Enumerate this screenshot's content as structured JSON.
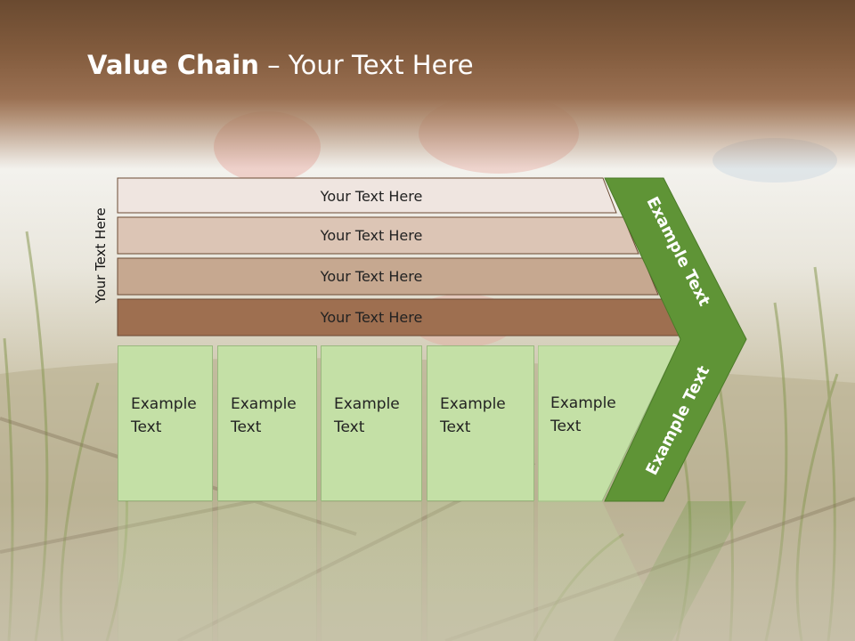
{
  "title": {
    "bold": "Value Chain",
    "rest": " – Your Text Here"
  },
  "side_label": "Your Text Here",
  "bars": [
    {
      "label": "Your Text Here"
    },
    {
      "label": "Your Text Here"
    },
    {
      "label": "Your Text Here"
    },
    {
      "label": "Your Text Here"
    }
  ],
  "boxes": [
    {
      "line1": "Example",
      "line2": "Text"
    },
    {
      "line1": "Example",
      "line2": "Text"
    },
    {
      "line1": "Example",
      "line2": "Text"
    },
    {
      "line1": "Example",
      "line2": "Text"
    },
    {
      "line1": "Example",
      "line2": "Text"
    }
  ],
  "chevron": {
    "upper_label": "Example Text",
    "lower_label": "Example Text"
  },
  "colors": {
    "bar1": "#efe5e0",
    "bar2": "#dcc5b5",
    "bar3": "#c6a890",
    "bar4": "#9e6f50",
    "box": "#c4e0a6",
    "chevron": "#5f9436",
    "header": "#7c573a"
  }
}
